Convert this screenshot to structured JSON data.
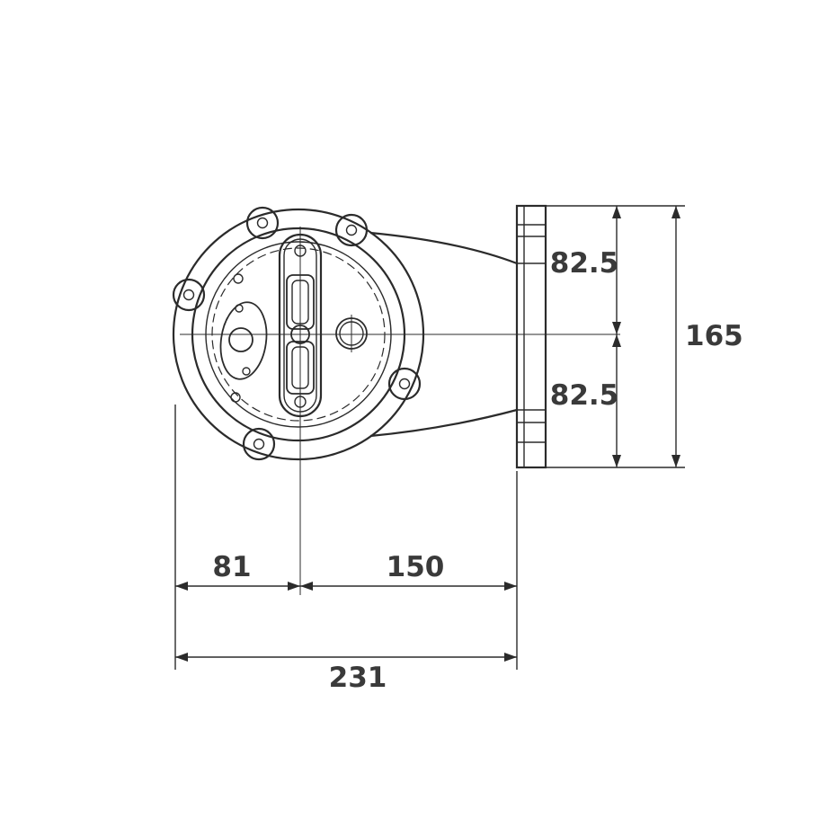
{
  "drawing": {
    "kind": "technical-dimension-drawing",
    "view": "pump-housing-front-view"
  },
  "dimensions": {
    "upper_half": "82.5",
    "lower_half": "82.5",
    "overall_height": "165",
    "left_offset": "81",
    "center_to_flange": "150",
    "overall_width": "231"
  }
}
